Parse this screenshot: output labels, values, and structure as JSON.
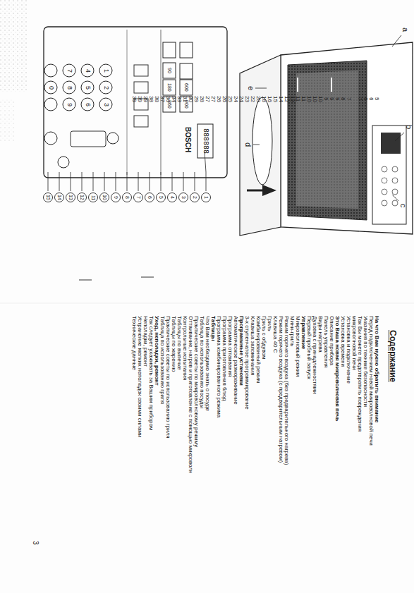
{
  "diagram": {
    "title": "Содержание",
    "labels": [
      "a",
      "b",
      "c",
      "d",
      "e",
      "BOSCH",
      "888888",
      "1",
      "2",
      "3",
      "4",
      "5",
      "6",
      "7",
      "8",
      "9",
      "0",
      "90",
      "180",
      "360",
      "600",
      "900",
      "1",
      "2",
      "3",
      "4",
      "5",
      "6",
      "7",
      "8",
      "9",
      "10",
      "11",
      "12",
      "13",
      "14",
      "15",
      "На что Вам нужно обратить внимание",
      "5",
      "Перед подключением новой микроволновой печи",
      "6",
      "Указания по технике безопасности",
      "6",
      "Так Вы можете предотвратить повреждения микроволновой печи",
      "7",
      "Установка и подключение",
      "7",
      "Установка времени",
      "8",
      "Это Ваша новая микроволновая печь",
      "9",
      "Описание прибора",
      "9",
      "Панель управления",
      "9",
      "Виды нагрева",
      "10",
      "Духовка с принадлежностями",
      "10",
      "Первый пробный запуск",
      "10",
      "Управление",
      "11",
      "Микроволновый режим",
      "11",
      "Мини-гриль",
      "12",
      "Режим горячего воздуха (без предварительного нагрева)",
      "12",
      "Режим горячего воздуха (с предварительным нагревом)",
      "14",
      "Клавиша 40 С",
      "15",
      "Гриль",
      "16",
      "Гриль с обдувом",
      "18",
      "Комбинированный режим",
      "20",
      "Клавиша запоминания",
      "22",
      "3-х ступенчатое программирование",
      "23",
      "Программные установки",
      "24",
      "Автоматическое размораживание",
      "24",
      "Программа оттаивания",
      "25",
      "Программа приготовления блюд",
      "26",
      "Программа комбинированного режима",
      "26",
      "Таблицы",
      "27",
      "Что Вам необходимо знать о посуде",
      "27",
      "Таблица по использованию посуды",
      "28",
      "Практические советы по микроволновому режиму",
      "29",
      "Оттаивание, нагрев и приготовление с помощью микроволн",
      "30",
      "Контрольные испытания",
      "31",
      "Таблицы по выпечке",
      "33",
      "Таблицы по жарению",
      "34",
      "Практические советы по использованию гриля",
      "36",
      "Таблица по использованию гриля",
      "37",
      "Уход, неполадки, ремонт",
      "38",
      "Так следует ухаживать за Вашим прибором",
      "38",
      "Неполадки, ремонт",
      "39",
      "Устранение мелких неполадок своими силами",
      "39",
      "Технические данные",
      "39",
      "3"
    ]
  }
}
